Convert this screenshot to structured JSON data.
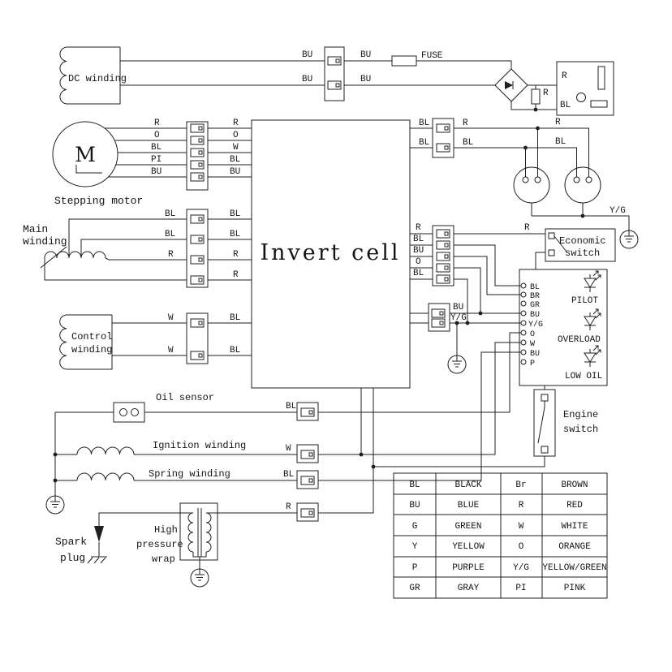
{
  "dc": {
    "title": "DC winding",
    "wire_tl": "BU",
    "wire_tr": "BU",
    "wire_bl": "BU",
    "wire_br": "BU",
    "fuse": "FUSE",
    "resistor": "R",
    "outlet_r": "R",
    "outlet_bl": "BL"
  },
  "motor": {
    "title": "Stepping motor",
    "symbol": "M",
    "left": [
      "R",
      "O",
      "BL",
      "PI",
      "BU"
    ],
    "right": [
      "R",
      "O",
      "W",
      "BL",
      "BU"
    ]
  },
  "main": {
    "title1": "Main",
    "title2": "winding",
    "left": [
      "BL",
      "BL",
      "R"
    ],
    "right": [
      "BL",
      "BL",
      "R",
      "R"
    ]
  },
  "control": {
    "title1": "Control",
    "title2": "winding",
    "left": [
      "W",
      "W"
    ],
    "right": [
      "BL",
      "BL"
    ]
  },
  "invert_cell": {
    "title": "Invert cell"
  },
  "top_right": {
    "conn_left": [
      "BL",
      "BL"
    ],
    "conn_right": [
      "R",
      "BL"
    ],
    "outlet_labels": [
      "R",
      "BL"
    ],
    "ground": "Y/G"
  },
  "economic": {
    "label": "R",
    "title1": "Economic",
    "title2": "switch"
  },
  "mid": {
    "conn_left": [
      "R",
      "BL",
      "BU",
      "O",
      "BL"
    ],
    "lower_conn": [
      "BU",
      "Y/G"
    ]
  },
  "panel": {
    "terminals": [
      "BL",
      "BR",
      "GR",
      "BU",
      "Y/G",
      "O",
      "W",
      "BU",
      "P"
    ],
    "pilot": "PILOT",
    "overload": "OVERLOAD",
    "low_oil": "LOW OIL"
  },
  "engine": {
    "title1": "Engine",
    "title2": "switch"
  },
  "bottom": {
    "oil_title": "Oil sensor",
    "oil_wire": "BL",
    "ign_title": "Ignition winding",
    "ign_wire": "W",
    "spring_title": "Spring winding",
    "spring_wire": "BL",
    "hp_wire": "R",
    "hp1": "High",
    "hp2": "pressure",
    "hp3": "wrap",
    "spark1": "Spark",
    "spark2": "plug"
  },
  "legend": {
    "rows": [
      {
        "c1": "BL",
        "n1": "BLACK",
        "c2": "Br",
        "n2": "BROWN"
      },
      {
        "c1": "BU",
        "n1": "BLUE",
        "c2": "R",
        "n2": "RED"
      },
      {
        "c1": "G",
        "n1": "GREEN",
        "c2": "W",
        "n2": "WHITE"
      },
      {
        "c1": "Y",
        "n1": "YELLOW",
        "c2": "O",
        "n2": "ORANGE"
      },
      {
        "c1": "P",
        "n1": "PURPLE",
        "c2": "Y/G",
        "n2": "YELLOW/GREEN"
      },
      {
        "c1": "GR",
        "n1": "GRAY",
        "c2": "PI",
        "n2": "PINK"
      }
    ]
  }
}
